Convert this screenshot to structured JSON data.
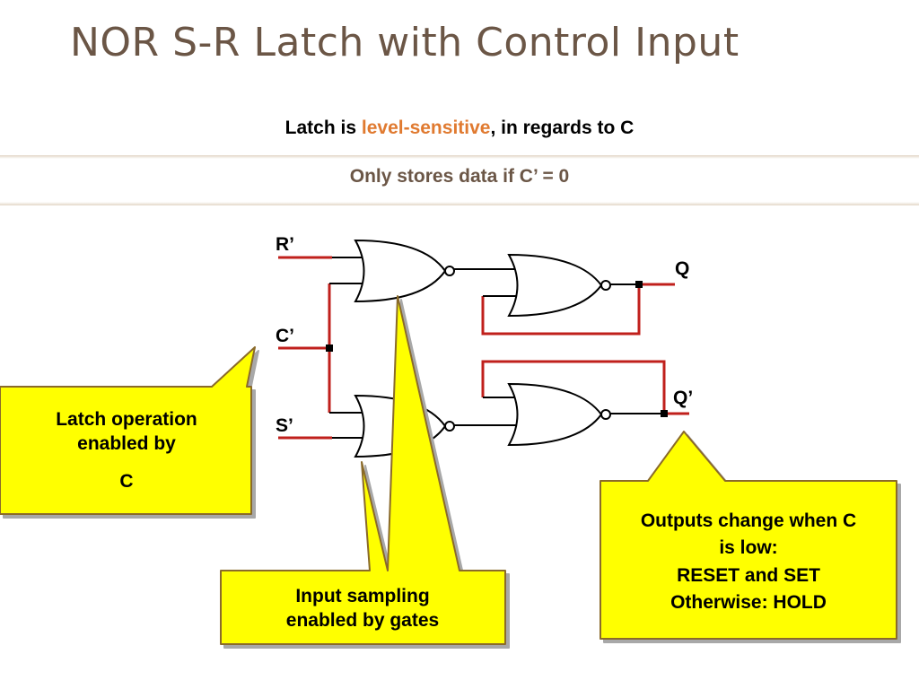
{
  "slide": {
    "title": "NOR S-R Latch with Control Input",
    "subtitle_prefix": "Latch is ",
    "subtitle_highlight": "level-sensitive",
    "subtitle_suffix": ", in regards to C",
    "subtitle2": "Only stores data if C’ = 0"
  },
  "circuit": {
    "input_r": "R’",
    "input_c": "C’",
    "input_s": "S’",
    "output_q": "Q",
    "output_qbar": "Q’"
  },
  "callouts": {
    "left": {
      "line1": "Latch operation",
      "line2": "enabled by",
      "line3": "C"
    },
    "center": {
      "line1": "Input sampling",
      "line2": "enabled by gates"
    },
    "right": {
      "line1": "Outputs change when C",
      "line2": "is low:",
      "line3": "RESET and SET",
      "line4": "Otherwise: HOLD"
    }
  },
  "colors": {
    "wire_red": "#c0201c",
    "callout_fill": "#ffff00",
    "callout_border": "#8a6a2a",
    "title": "#6b5646",
    "highlight": "#e07a30"
  }
}
